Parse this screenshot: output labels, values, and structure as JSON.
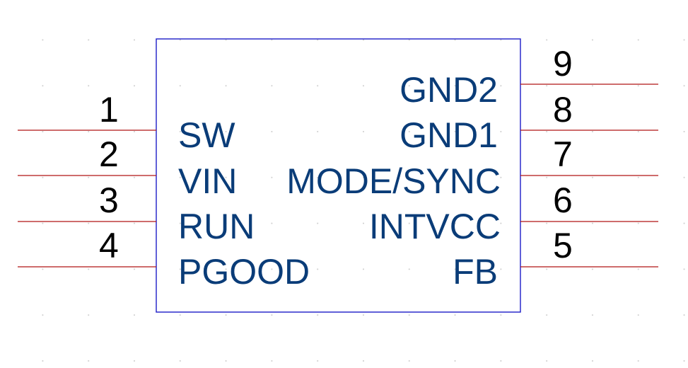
{
  "colors": {
    "body_outline": "#1c1cc8",
    "pin_line": "#b01414",
    "pin_number": "#000000",
    "pin_name": "#0a3c78",
    "background": "#ffffff",
    "grid_dot": "#d0d0d0"
  },
  "left_pins": [
    {
      "number": "1",
      "name": "SW"
    },
    {
      "number": "2",
      "name": "VIN"
    },
    {
      "number": "3",
      "name": "RUN"
    },
    {
      "number": "4",
      "name": "PGOOD"
    }
  ],
  "right_pins": [
    {
      "number": "9",
      "name": "GND2"
    },
    {
      "number": "8",
      "name": "GND1"
    },
    {
      "number": "7",
      "name": "MODE/SYNC"
    },
    {
      "number": "6",
      "name": "INTVCC"
    },
    {
      "number": "5",
      "name": "FB"
    }
  ]
}
